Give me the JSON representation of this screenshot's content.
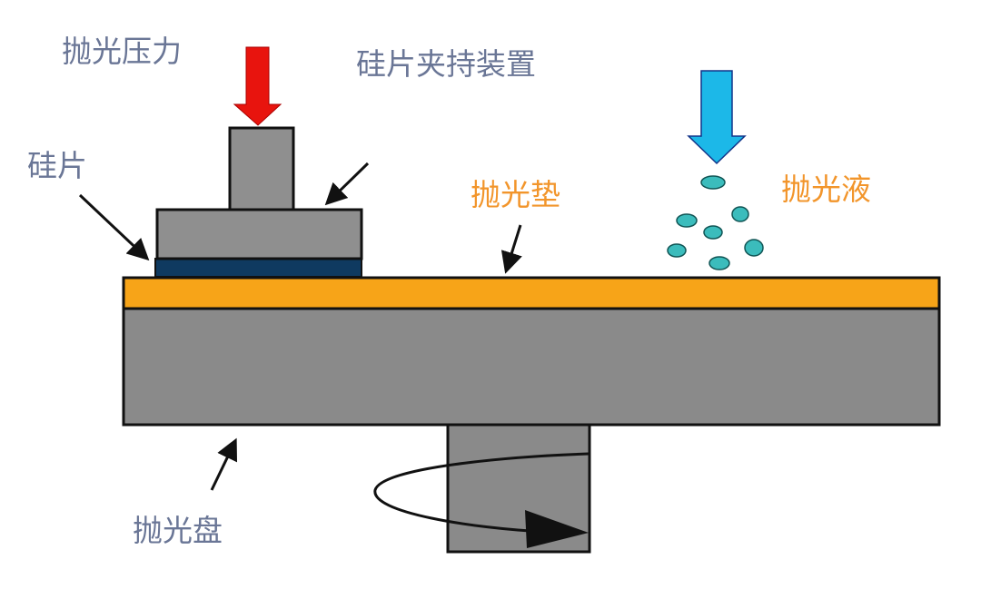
{
  "title": "CMP polishing schematic",
  "labels": {
    "polish_pressure": "抛光压力",
    "wafer_carrier": "硅片夹持装置",
    "wafer": "硅片",
    "polish_pad": "抛光垫",
    "slurry": "抛光液",
    "platen": "抛光盘"
  },
  "colors": {
    "label_blue": "#6a7696",
    "label_orange": "#f2952b",
    "pressure_arrow": "#e8140e",
    "slurry_arrow": "#1cb8e8",
    "droplet": "#3bbcbc",
    "pad": "#f7a418",
    "wafer": "#0f3a60",
    "grey": "#8a8a8a"
  }
}
